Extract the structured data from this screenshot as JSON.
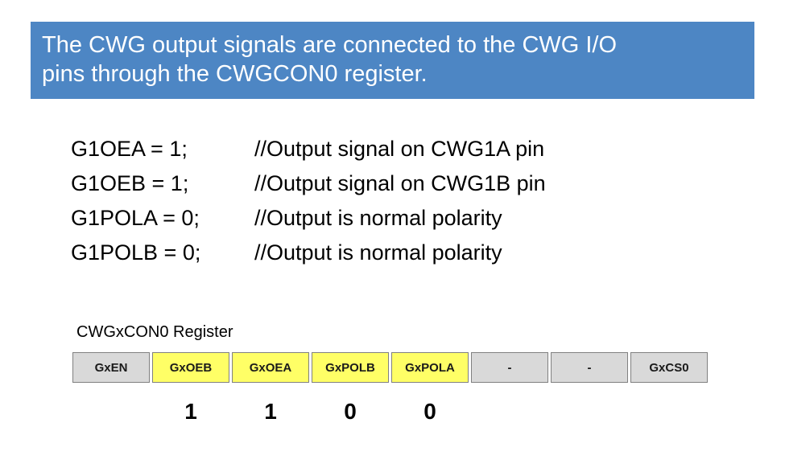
{
  "colors": {
    "header_bg": "#4d86c4",
    "header_text": "#ffffff",
    "cell_highlight": "#ffff66",
    "cell_default": "#d9d9d9"
  },
  "header": {
    "lines": [
      "The CWG output signals are connected to the CWG I/O",
      "pins through the CWGCON0 register."
    ]
  },
  "code": {
    "lines": [
      {
        "code": "G1OEA = 1;",
        "comment": "//Output signal on CWG1A pin"
      },
      {
        "code": "G1OEB = 1;",
        "comment": "//Output signal on CWG1B pin"
      },
      {
        "code": "G1POLA = 0;",
        "comment": "//Output is normal polarity"
      },
      {
        "code": "G1POLB = 0;",
        "comment": "//Output is normal polarity"
      }
    ]
  },
  "register": {
    "label": "CWGxCON0 Register",
    "cells": [
      {
        "label": "GxEN",
        "highlighted": false,
        "value": ""
      },
      {
        "label": "GxOEB",
        "highlighted": true,
        "value": "1"
      },
      {
        "label": "GxOEA",
        "highlighted": true,
        "value": "1"
      },
      {
        "label": "GxPOLB",
        "highlighted": true,
        "value": "0"
      },
      {
        "label": "GxPOLA",
        "highlighted": true,
        "value": "0"
      },
      {
        "label": "-",
        "highlighted": false,
        "value": ""
      },
      {
        "label": "-",
        "highlighted": false,
        "value": ""
      },
      {
        "label": "GxCS0",
        "highlighted": false,
        "value": ""
      }
    ]
  }
}
